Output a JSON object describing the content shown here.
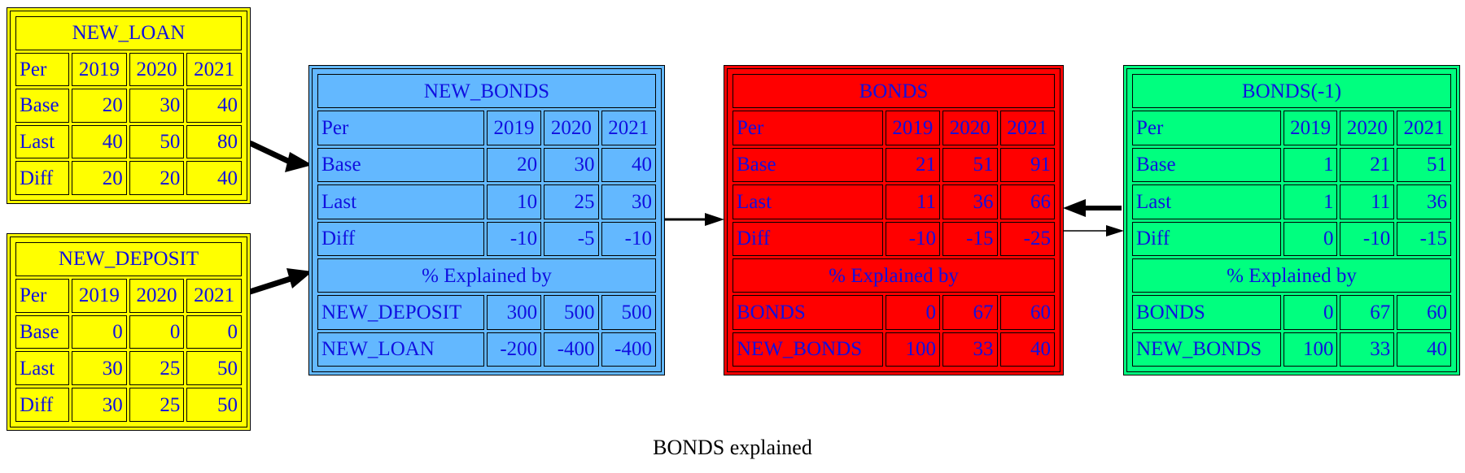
{
  "caption": "BONDS explained",
  "colors": {
    "new_loan": "#ffff00",
    "new_deposit": "#ffff00",
    "new_bonds": "#63b8ff",
    "bonds": "#ff0000",
    "bonds_lag": "#00ff7f",
    "text": "#1010e0"
  },
  "nodes": {
    "new_loan": {
      "title": "NEW_LOAN",
      "header": [
        "Per",
        "2019",
        "2020",
        "2021"
      ],
      "rows": [
        [
          "Base",
          "20",
          "30",
          "40"
        ],
        [
          "Last",
          "40",
          "50",
          "80"
        ],
        [
          "Diff",
          "20",
          "20",
          "40"
        ]
      ]
    },
    "new_deposit": {
      "title": "NEW_DEPOSIT",
      "header": [
        "Per",
        "2019",
        "2020",
        "2021"
      ],
      "rows": [
        [
          "Base",
          "0",
          "0",
          "0"
        ],
        [
          "Last",
          "30",
          "25",
          "50"
        ],
        [
          "Diff",
          "30",
          "25",
          "50"
        ]
      ]
    },
    "new_bonds": {
      "title": "NEW_BONDS",
      "header": [
        "Per",
        "2019",
        "2020",
        "2021"
      ],
      "rows": [
        [
          "Base",
          "20",
          "30",
          "40"
        ],
        [
          "Last",
          "10",
          "25",
          "30"
        ],
        [
          "Diff",
          "-10",
          "-5",
          "-10"
        ]
      ],
      "explained_title": "% Explained by",
      "explained": [
        [
          "NEW_DEPOSIT",
          "300",
          "500",
          "500"
        ],
        [
          "NEW_LOAN",
          "-200",
          "-400",
          "-400"
        ]
      ]
    },
    "bonds": {
      "title": "BONDS",
      "header": [
        "Per",
        "2019",
        "2020",
        "2021"
      ],
      "rows": [
        [
          "Base",
          "21",
          "51",
          "91"
        ],
        [
          "Last",
          "11",
          "36",
          "66"
        ],
        [
          "Diff",
          "-10",
          "-15",
          "-25"
        ]
      ],
      "explained_title": "% Explained by",
      "explained": [
        [
          "BONDS",
          "0",
          "67",
          "60"
        ],
        [
          "NEW_BONDS",
          "100",
          "33",
          "40"
        ]
      ]
    },
    "bonds_lag": {
      "title": "BONDS(-1)",
      "header": [
        "Per",
        "2019",
        "2020",
        "2021"
      ],
      "rows": [
        [
          "Base",
          "1",
          "21",
          "51"
        ],
        [
          "Last",
          "1",
          "11",
          "36"
        ],
        [
          "Diff",
          "0",
          "-10",
          "-15"
        ]
      ],
      "explained_title": "% Explained by",
      "explained": [
        [
          "BONDS",
          "0",
          "67",
          "60"
        ],
        [
          "NEW_BONDS",
          "100",
          "33",
          "40"
        ]
      ]
    }
  }
}
